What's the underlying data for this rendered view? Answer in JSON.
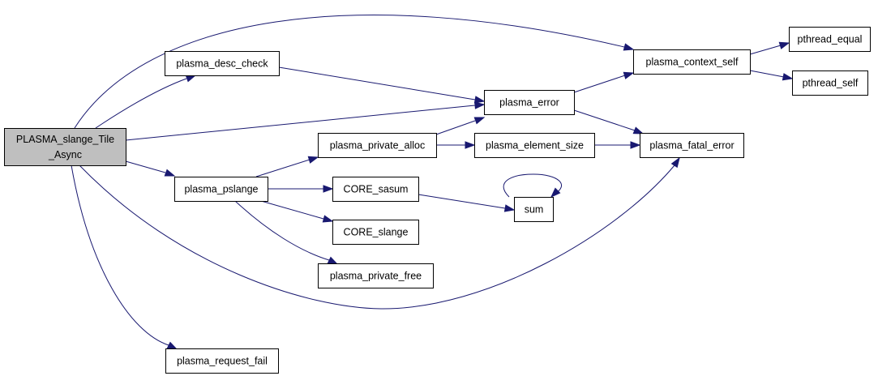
{
  "graph": {
    "edge_color": "#191970",
    "root_fill": "#bfbfbf",
    "nodes": [
      {
        "id": "root",
        "label": [
          "PLASMA_slange_Tile",
          "_Async"
        ],
        "root": true
      },
      {
        "id": "desc_check",
        "label": [
          "plasma_desc_check"
        ]
      },
      {
        "id": "pslange",
        "label": [
          "plasma_pslange"
        ]
      },
      {
        "id": "request_fail",
        "label": [
          "plasma_request_fail"
        ]
      },
      {
        "id": "error",
        "label": [
          "plasma_error"
        ]
      },
      {
        "id": "private_alloc",
        "label": [
          "plasma_private_alloc"
        ]
      },
      {
        "id": "core_sasum",
        "label": [
          "CORE_sasum"
        ]
      },
      {
        "id": "core_slange",
        "label": [
          "CORE_slange"
        ]
      },
      {
        "id": "private_free",
        "label": [
          "plasma_private_free"
        ]
      },
      {
        "id": "element_size",
        "label": [
          "plasma_element_size"
        ]
      },
      {
        "id": "sum",
        "label": [
          "sum"
        ]
      },
      {
        "id": "context_self",
        "label": [
          "plasma_context_self"
        ]
      },
      {
        "id": "fatal_error",
        "label": [
          "plasma_fatal_error"
        ]
      },
      {
        "id": "pthread_equal",
        "label": [
          "pthread_equal"
        ]
      },
      {
        "id": "pthread_self",
        "label": [
          "pthread_self"
        ]
      }
    ],
    "edges": [
      {
        "from": "root",
        "to": "context_self"
      },
      {
        "from": "root",
        "to": "desc_check"
      },
      {
        "from": "root",
        "to": "error"
      },
      {
        "from": "root",
        "to": "pslange"
      },
      {
        "from": "root",
        "to": "fatal_error"
      },
      {
        "from": "root",
        "to": "request_fail"
      },
      {
        "from": "desc_check",
        "to": "error"
      },
      {
        "from": "error",
        "to": "context_self"
      },
      {
        "from": "error",
        "to": "fatal_error"
      },
      {
        "from": "context_self",
        "to": "pthread_equal"
      },
      {
        "from": "context_self",
        "to": "pthread_self"
      },
      {
        "from": "pslange",
        "to": "private_alloc"
      },
      {
        "from": "pslange",
        "to": "core_sasum"
      },
      {
        "from": "pslange",
        "to": "core_slange"
      },
      {
        "from": "pslange",
        "to": "private_free"
      },
      {
        "from": "private_alloc",
        "to": "error"
      },
      {
        "from": "private_alloc",
        "to": "element_size"
      },
      {
        "from": "element_size",
        "to": "fatal_error"
      },
      {
        "from": "core_sasum",
        "to": "sum"
      },
      {
        "from": "sum",
        "to": "sum"
      }
    ]
  }
}
